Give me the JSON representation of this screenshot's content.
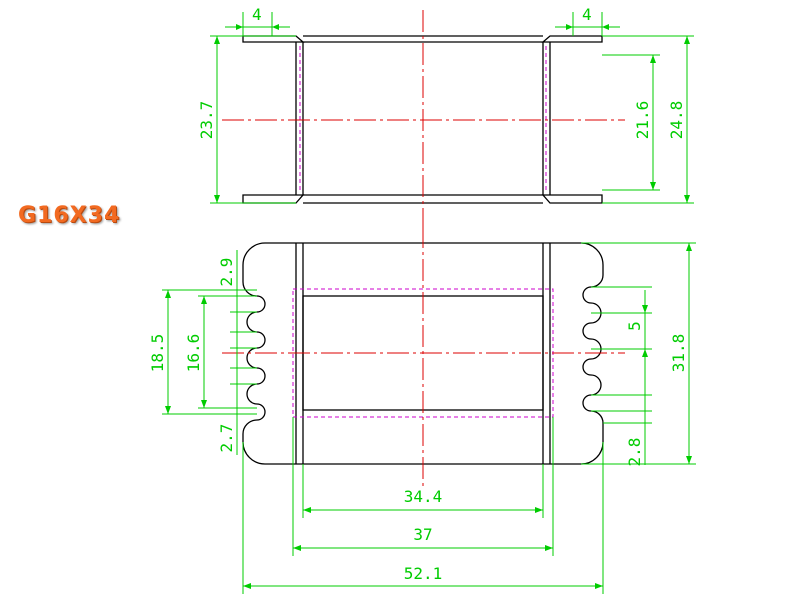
{
  "title": "G16X34",
  "colors": {
    "outline": "#000000",
    "dimension": "#00cc00",
    "centerline": "#dd0000",
    "hidden": "#cc00cc",
    "title": "#f26a21"
  },
  "dimensions": {
    "top_flange_left": "4",
    "top_flange_right": "4",
    "top_height_left": "23.7",
    "top_inner_height_right": "21.6",
    "top_outer_height_right": "24.8",
    "bottom_slot_top": "2.9",
    "bottom_slot_bottom": "2.7",
    "bottom_outer_span_left": "18.5",
    "bottom_inner_span_left": "16.6",
    "bottom_pitch_right": "5",
    "bottom_height_right": "31.8",
    "bottom_edge_right": "2.8",
    "width_inner": "34.4",
    "width_mid": "37",
    "width_outer": "52.1"
  }
}
